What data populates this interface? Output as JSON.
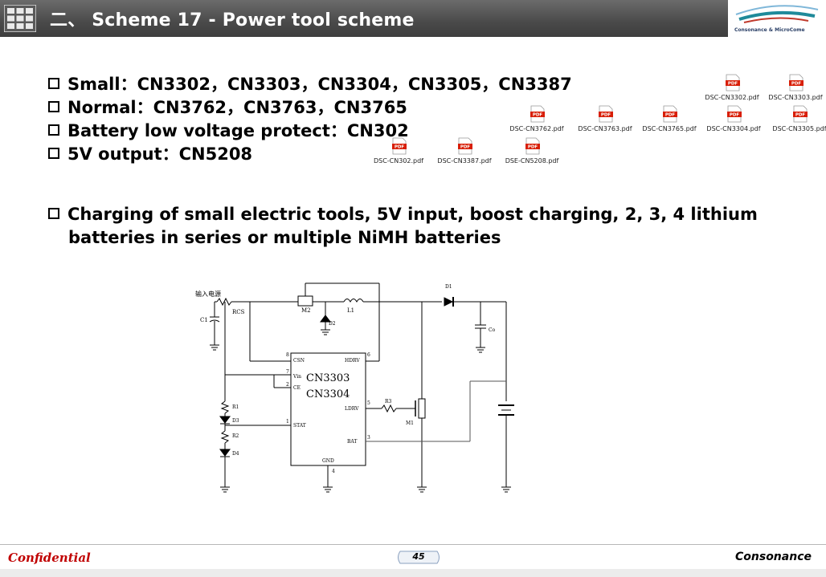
{
  "header": {
    "title": "二、 Scheme 17 - Power tool scheme",
    "logo_text": "Consonance & MicroCome"
  },
  "bullets": [
    "Small：CN3302，CN3303，CN3304，CN3305，CN3387",
    "Normal：CN3762，CN3763，CN3765",
    "Battery low voltage protect：CN302",
    "5V output：CN5208"
  ],
  "charging": {
    "line1": "Charging of small electric tools, 5V input, boost charging, 2, 3, 4 lithium",
    "line2": "batteries in series or multiple NiMH batteries"
  },
  "pdf_files": [
    {
      "name": "DSC-CN3302.pdf"
    },
    {
      "name": "DSC-CN3303.pdf"
    },
    {
      "name": "DSC-CN3762.pdf"
    },
    {
      "name": "DSC-CN3763.pdf"
    },
    {
      "name": "DSC-CN3765.pdf"
    },
    {
      "name": "DSC-CN3304.pdf"
    },
    {
      "name": "DSC-CN3305.pdf"
    },
    {
      "name": "DSC-CN302.pdf"
    },
    {
      "name": "DSC-CN3387.pdf"
    },
    {
      "name": "DSE-CN5208.pdf"
    }
  ],
  "pdf_icon_label": "PDF",
  "circuit": {
    "input_label": "输入电源",
    "rcs": "RCS",
    "c1": "C1",
    "m2": "M2",
    "l1": "L1",
    "d2": "D2",
    "d1": "D1",
    "co": "Co",
    "r1": "R1",
    "d3": "D3",
    "r2": "R2",
    "d4": "D4",
    "r3": "R3",
    "m1": "M1",
    "pin_csn": "CSN",
    "pin_hdrv": "HDRV",
    "pin_vin": "Vin",
    "pin_ce": "CE",
    "pin_ldrv": "LDRV",
    "pin_stat": "STAT",
    "pin_bat": "BAT",
    "pin_gnd": "GND",
    "chip1": "CN3303",
    "chip2": "CN3304",
    "n8": "8",
    "n6": "6",
    "n7": "7",
    "n2": "2",
    "n5": "5",
    "n1": "1",
    "n3": "3",
    "n4": "4"
  },
  "footer": {
    "confidential": "Confidential",
    "page": "45",
    "brand": "Consonance"
  },
  "colors": {
    "header_bg": "#4a4a4a",
    "confidential": "#c00000",
    "pdf_red": "#d81e06"
  }
}
